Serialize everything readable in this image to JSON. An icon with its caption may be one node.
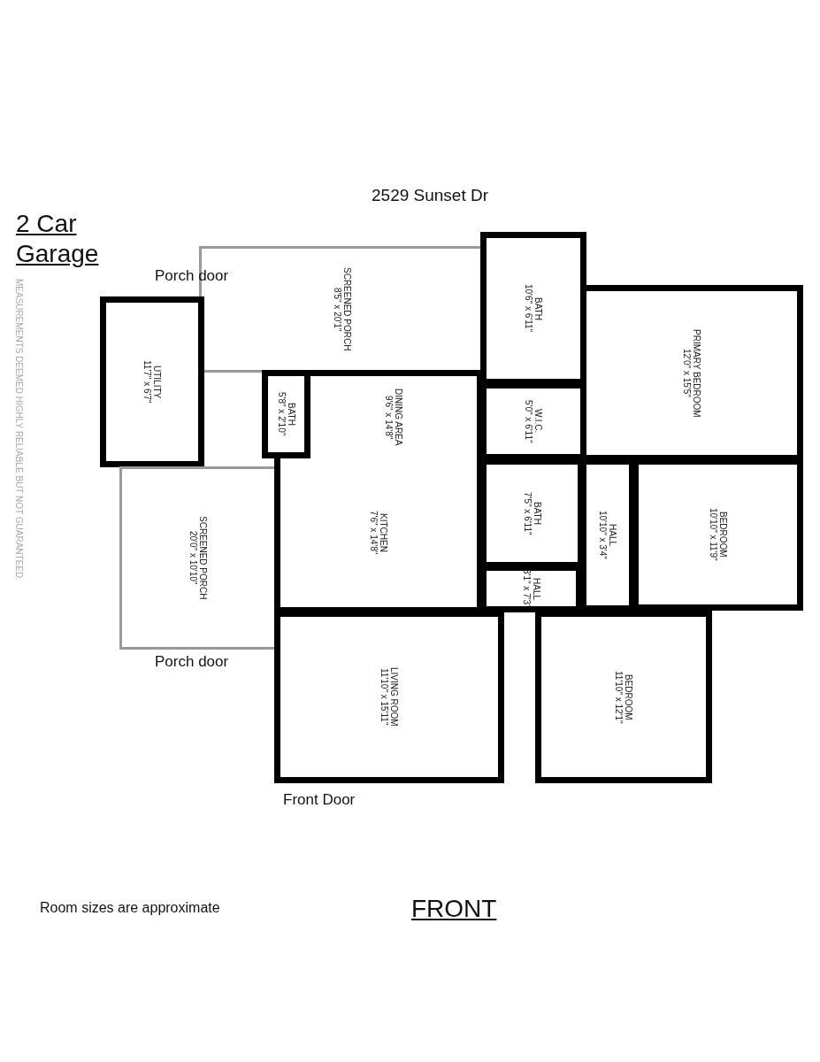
{
  "diagram": {
    "title": "2529 Sunset Dr",
    "nodes": [
      {
        "text": [
          "SCREENED PORCH",
          "8'5\" x 20'1\""
        ]
      },
      {
        "text": [
          "UTILITY",
          "11'7\" x 6'7\""
        ]
      },
      {
        "text": [
          "BATH",
          "10'6\" x 6'11\""
        ]
      },
      {
        "text": [
          "PRIMARY BEDROOM",
          "12'0\" x 15'5\""
        ]
      },
      {
        "text": [
          "BATH",
          "5'8\" x 2'10\""
        ]
      },
      {
        "text": [
          "DINING AREA",
          "9'6\" x 14'8\""
        ]
      },
      {
        "text": [
          "W.I.C.",
          "5'0\" x 6'11\""
        ]
      },
      {
        "text": [
          "SCREENED PORCH",
          "20'0\" x 10'10\""
        ]
      },
      {
        "text": [
          "KITCHEN",
          "7'6\" x 14'8\""
        ]
      },
      {
        "text": [
          "BATH",
          "7'5\" x 6'11\""
        ]
      },
      {
        "text": [
          "HALL",
          "10'10\" x 3'4\""
        ]
      },
      {
        "text": [
          "BEDROOM",
          "10'10\" x 11'9\""
        ]
      },
      {
        "text": [
          "HALL",
          "3'1\" x 7'3\""
        ]
      },
      {
        "text": [
          "LIVING ROOM",
          "11'10\" x 15'11\""
        ]
      },
      {
        "text": [
          "BEDROOM",
          "11'10\" x 12'1\""
        ]
      }
    ],
    "labels": [
      "2 Car Garage",
      "Porch door",
      "MEASUREMENTS DEEMED HIGHLY RELIABLE BUT NOT GUARANTEED.",
      "Porch door",
      "Front Door",
      "Room sizes are approximate",
      "FRONT"
    ]
  }
}
